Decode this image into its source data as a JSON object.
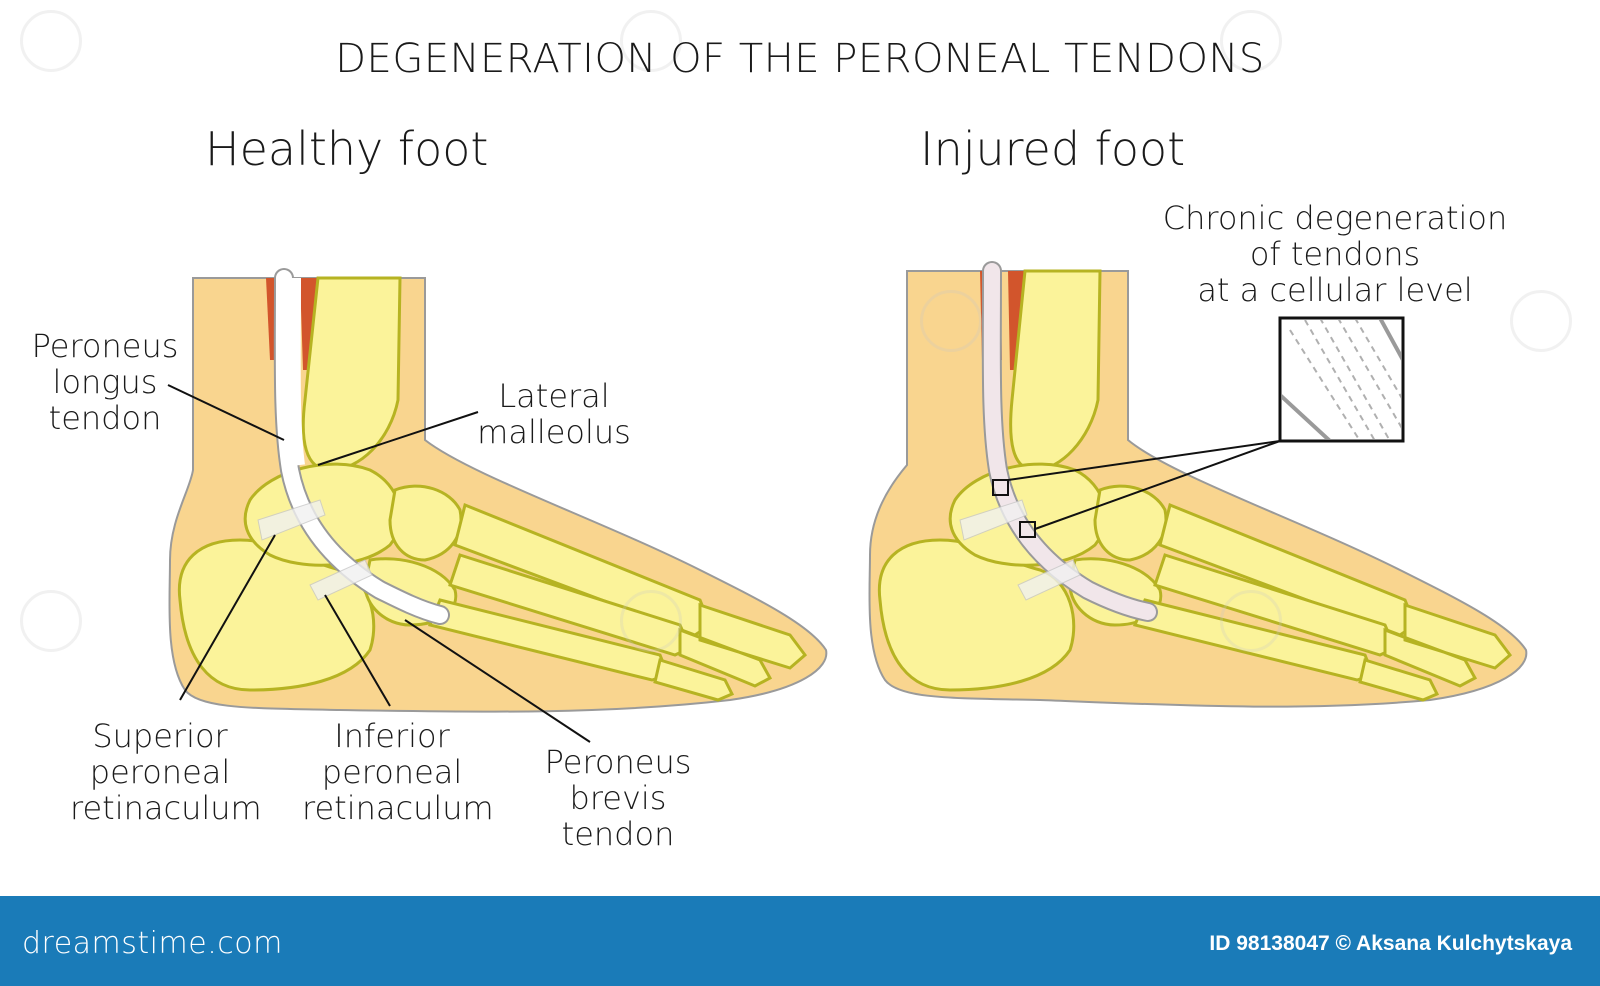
{
  "title": "DEGENERATION OF THE PERONEAL TENDONS",
  "panels": {
    "healthy": {
      "heading": "Healthy foot",
      "labels": {
        "peroneus_longus": [
          "Peroneus",
          "longus",
          "tendon"
        ],
        "lateral_malleolus": [
          "Lateral",
          "malleolus"
        ],
        "superior_retinaculum": [
          "Superior",
          "peroneal",
          "retinaculum"
        ],
        "inferior_retinaculum": [
          "Inferior",
          "peroneal",
          "retinaculum"
        ],
        "peroneus_brevis": [
          "Peroneus",
          "brevis",
          "tendon"
        ]
      }
    },
    "injured": {
      "heading": "Injured foot",
      "labels": {
        "chronic_degeneration": [
          "Chronic degeneration",
          "of tendons",
          "at a cellular level"
        ]
      }
    }
  },
  "footer": {
    "logo": "dreamstime.com",
    "id_text": "ID 98138047 © Aksana Kulchytskaya"
  },
  "colors": {
    "skin": "#f9d58f",
    "bone": "#fbf39a",
    "bone_outline": "#b6b322",
    "muscle": "#d2552c",
    "tendon": "#ffffff",
    "footer": "#1a7bb8"
  }
}
